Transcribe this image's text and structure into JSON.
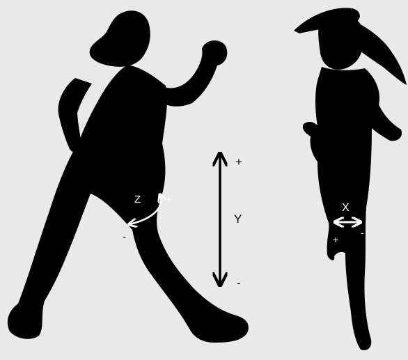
{
  "colors": {
    "background": "#e9e9e9",
    "silhouette": "#000000",
    "arrow_dark": "#000000",
    "arrow_light": "#ffffff"
  },
  "figures": [
    {
      "name": "walker-side-view",
      "view": "side"
    },
    {
      "name": "walker-front-view",
      "view": "front"
    }
  ],
  "axes": {
    "z": {
      "label": "Z",
      "plus": "+",
      "minus": "-",
      "arrow": "curved-double-arrow"
    },
    "y": {
      "label": "Y",
      "plus": "+",
      "minus": "-",
      "arrow": "vertical-double-arrow"
    },
    "x": {
      "label": "X",
      "plus": "+",
      "minus": "-",
      "arrow": "horizontal-double-arrow"
    }
  }
}
